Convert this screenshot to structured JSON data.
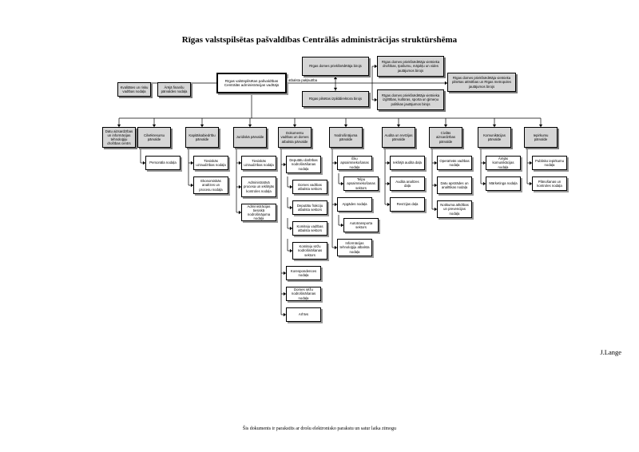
{
  "title": "Rīgas valstspilsētas pašvaldības Centrālās administrācijas struktūrshēma",
  "author": "J.Lange",
  "footer": "Šis dokuments ir parakstīts ar drošu elektronisko parakstu un satur laika zīmogu",
  "top": {
    "main": "Rīgas valstspilsētas pašvaldības Centrālās administrācijas vadītājs",
    "connector_label": "atbalsta pakļautība",
    "support": [
      "Kvalitātes un risku vadības nodaļa",
      "Ārējā finanšu pārvaldes nodaļa"
    ],
    "bureaus_center": [
      "Rīgas domes priekšsēdētāja birojs",
      "Rīgas pilsētas izpilddirektora birojs"
    ],
    "bureaus_right": [
      "Rīgas domes priekšsēdētāja vietnieka drošības, īpašumu, mājokļu un vides jautājumos birojs",
      "Rīgas domes priekšsēdētāja vietnieka izglītības, kultūras, sporta un ģimeņu politikas jautājumos birojs",
      "Rīgas domes priekšsēdētāja vietnieka pilsētas attīstības un Rīgas metropoles jautājumos birojs"
    ]
  },
  "departments": [
    {
      "name": "Datu aizsardzības un informācijas tehnoloģiju drošības centrs",
      "units": []
    },
    {
      "name": "Cilvēkresursu pārvalde",
      "units": [
        "Personāla nodaļa"
      ]
    },
    {
      "name": "Kapitālsabiedrību pārvalde",
      "units": [
        "Tiesiskās uzraudzības nodaļa",
        "Ekonomiskās analīzes un procesu nodaļa"
      ]
    },
    {
      "name": "Juridiskā pārvalde",
      "units": [
        "Tiesiskās uzraudzības nodaļa",
        "Administratīvā procesa un iekšējās kontroles nodaļa",
        "Administrācijas tiesiskā nodrošinājuma nodaļa"
      ]
    },
    {
      "name": "Dokumentu vadības un domes atbalsta pārvalde",
      "units": [
        "Deputātu darbības nodrošināšanas nodaļa",
        "Domes vadības atbalsta sektors",
        "Deputātu frakciju atbalsta sektors",
        "Komiteju vadības atbalsta sektors",
        "Komiteju sēžu nodrošināšanas sektors",
        "Korespondences nodaļa",
        "Domes sēžu nodrošināšanas nodaļa",
        "Arhīvs"
      ]
    },
    {
      "name": "Nodrošinājuma pārvalde",
      "units": [
        "Ēku apsaimniekošanas nodaļa",
        "Telpu apsaimniekošanas sektors",
        "Apgādes nodaļa",
        "Autotransporta sektors",
        "Informācijas tehnoloģiju atbalsta nodaļa"
      ]
    },
    {
      "name": "Audita un revīzijas pārvalde",
      "units": [
        "Iekšējā audita daļa",
        "Audita analīzes daļa",
        "Revīzijas daļa"
      ]
    },
    {
      "name": "Civilās aizsardzības pārvalde",
      "units": [
        "Operatīvās vadības nodaļa",
        "Datu apstrādes un analītikas nodaļa",
        "Notikuma atlīdības un prevencijas nodaļa"
      ]
    },
    {
      "name": "Komunikācijas pārvalde",
      "units": [
        "Ārējās komunikācijas nodaļa",
        "Mārketinga nodaļa"
      ]
    },
    {
      "name": "Iepirkumu pārvalde",
      "units": [
        "Publisko iepirkumu nodaļa",
        "Plānošanas un kontroles nodaļa"
      ]
    }
  ]
}
